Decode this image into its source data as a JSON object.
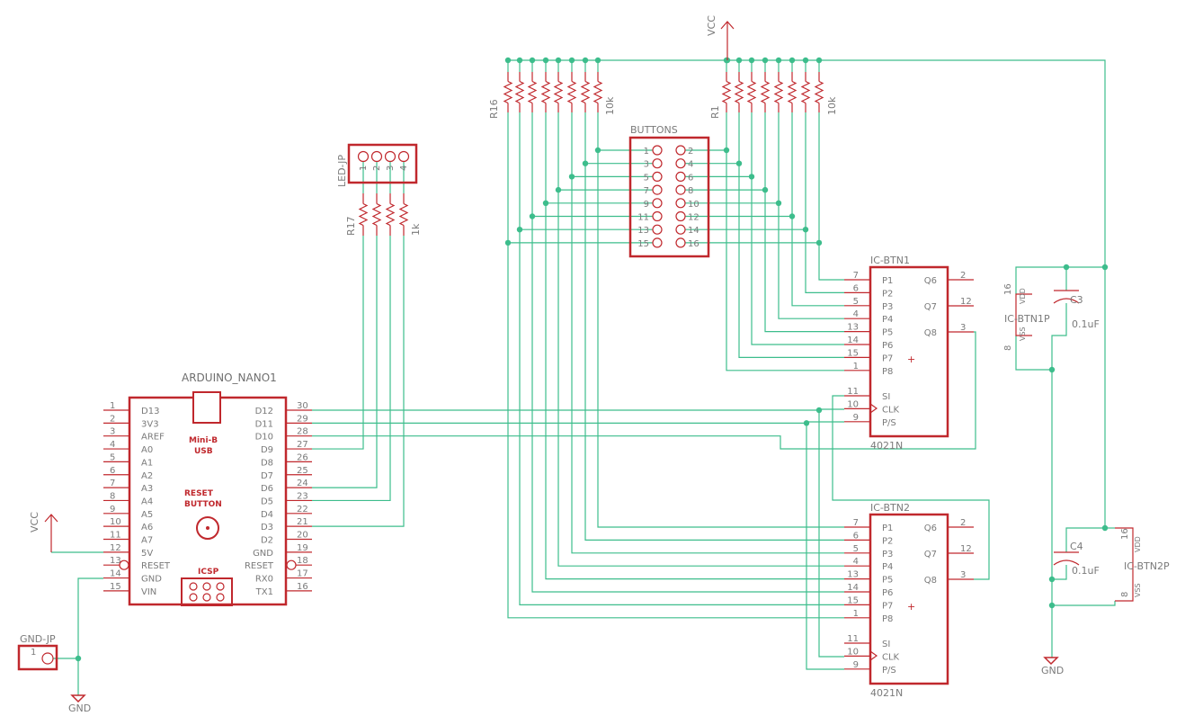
{
  "nano": {
    "name": "ARDUINO_NANO1",
    "usb_label_1": "Mini-B",
    "usb_label_2": "USB",
    "reset_label_1": "RESET",
    "reset_label_2": "BUTTON",
    "icsp_label": "ICSP",
    "left_pins": [
      {
        "num": "1",
        "name": "D13"
      },
      {
        "num": "2",
        "name": "3V3"
      },
      {
        "num": "3",
        "name": "AREF"
      },
      {
        "num": "4",
        "name": "A0"
      },
      {
        "num": "5",
        "name": "A1"
      },
      {
        "num": "6",
        "name": "A2"
      },
      {
        "num": "7",
        "name": "A3"
      },
      {
        "num": "8",
        "name": "A4"
      },
      {
        "num": "9",
        "name": "A5"
      },
      {
        "num": "10",
        "name": "A6"
      },
      {
        "num": "11",
        "name": "A7"
      },
      {
        "num": "12",
        "name": "5V"
      },
      {
        "num": "13",
        "name": "RESET"
      },
      {
        "num": "14",
        "name": "GND"
      },
      {
        "num": "15",
        "name": "VIN"
      }
    ],
    "right_pins": [
      {
        "num": "30",
        "name": "D12"
      },
      {
        "num": "29",
        "name": "D11"
      },
      {
        "num": "28",
        "name": "D10"
      },
      {
        "num": "27",
        "name": "D9"
      },
      {
        "num": "26",
        "name": "D8"
      },
      {
        "num": "25",
        "name": "D7"
      },
      {
        "num": "24",
        "name": "D6"
      },
      {
        "num": "23",
        "name": "D5"
      },
      {
        "num": "22",
        "name": "D4"
      },
      {
        "num": "21",
        "name": "D3"
      },
      {
        "num": "20",
        "name": "D2"
      },
      {
        "num": "19",
        "name": "GND"
      },
      {
        "num": "18",
        "name": "RESET"
      },
      {
        "num": "17",
        "name": "RX0"
      },
      {
        "num": "16",
        "name": "TX1"
      }
    ]
  },
  "power": {
    "vcc_label": "VCC",
    "gnd_label": "GND"
  },
  "gnd_jp": {
    "name": "GND-JP",
    "pin": "1"
  },
  "led_jp": {
    "name": "LED-JP",
    "pins": [
      "1",
      "2",
      "3",
      "4"
    ]
  },
  "r17": {
    "name": "R17",
    "value": "1k"
  },
  "r16": {
    "name": "R16",
    "value": "10k"
  },
  "r1": {
    "name": "R1",
    "value": "10k"
  },
  "buttons": {
    "name": "BUTTONS",
    "odd": [
      "1",
      "3",
      "5",
      "7",
      "9",
      "11",
      "13",
      "15"
    ],
    "even": [
      "2",
      "4",
      "6",
      "8",
      "10",
      "12",
      "14",
      "16"
    ]
  },
  "ic1": {
    "name": "IC-BTN1",
    "value": "4021N"
  },
  "ic2": {
    "name": "IC-BTN2",
    "value": "4021N"
  },
  "ic_pins": {
    "left": [
      {
        "num": "7",
        "name": "P1"
      },
      {
        "num": "6",
        "name": "P2"
      },
      {
        "num": "5",
        "name": "P3"
      },
      {
        "num": "4",
        "name": "P4"
      },
      {
        "num": "13",
        "name": "P5"
      },
      {
        "num": "14",
        "name": "P6"
      },
      {
        "num": "15",
        "name": "P7"
      },
      {
        "num": "1",
        "name": "P8"
      }
    ],
    "right": [
      {
        "num": "2",
        "name": "Q6"
      },
      {
        "num": "12",
        "name": "Q7"
      },
      {
        "num": "3",
        "name": "Q8"
      }
    ],
    "ctrl": [
      {
        "num": "11",
        "name": "SI"
      },
      {
        "num": "10",
        "name": "CLK"
      },
      {
        "num": "9",
        "name": "P/S"
      }
    ]
  },
  "c3": {
    "name": "C3",
    "value": "0.1uF"
  },
  "c4": {
    "name": "C4",
    "value": "0.1uF"
  },
  "ic1p": {
    "name": "IC-BTN1P",
    "vdd": "VDD",
    "vss": "VSS",
    "pin_vdd": "16",
    "pin_vss": "8"
  },
  "ic2p": {
    "name": "IC-BTN2P",
    "vdd": "VDD",
    "vss": "VSS",
    "pin_vdd": "16",
    "pin_vss": "8"
  },
  "colors": {
    "part": "#c0282d",
    "wire": "#3dbd8c",
    "text": "#7a7a7a",
    "background": "#ffffff"
  }
}
